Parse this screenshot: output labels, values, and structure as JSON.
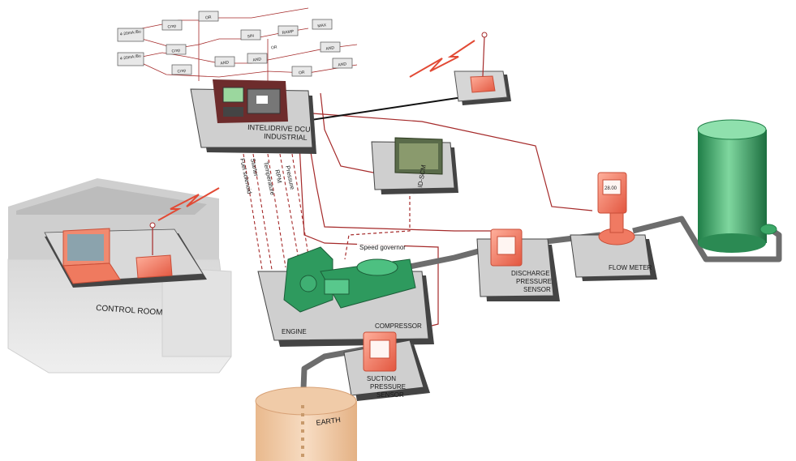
{
  "labels": {
    "inteli_line1": "INTELIDRIVE DCU",
    "inteli_line2": "INDUSTRIAL",
    "id_scm": "ID-SCM",
    "control_room": "CONTROL ROOM",
    "engine": "ENGINE",
    "compressor": "COMPRESSOR",
    "discharge_line1": "DISCHARGE",
    "discharge_line2": "PRESSURE",
    "discharge_line3": "SENSOR",
    "flow_meter": "FLOW METER",
    "suction_line1": "SUCTION",
    "suction_line2": "PRESSURE",
    "suction_line3": "SENSOR",
    "earth": "EARTH",
    "speed_governor": "Speed governor"
  },
  "signals": [
    "Pressure",
    "RPM",
    "Temperature",
    "Fuel solenoid",
    "Starter"
  ],
  "logic_blocks": [
    "4-20mA /Bu",
    "4-20mA /Bu",
    "Cmp",
    "Cmp",
    "Cmp",
    "OR",
    "SIN",
    "RAMP",
    "MAX",
    "AND",
    "AND",
    "OR",
    "AND",
    "OR",
    "AND"
  ],
  "flow_display": "28.00",
  "colors": {
    "wire_red": "#a52a2a",
    "pipe_gray": "#6d6d6d",
    "tank_green": "#3da868",
    "compressor_green": "#2e9a5e",
    "sensor_salmon": "#f07a62",
    "platform_gray": "#c9c9c9"
  }
}
